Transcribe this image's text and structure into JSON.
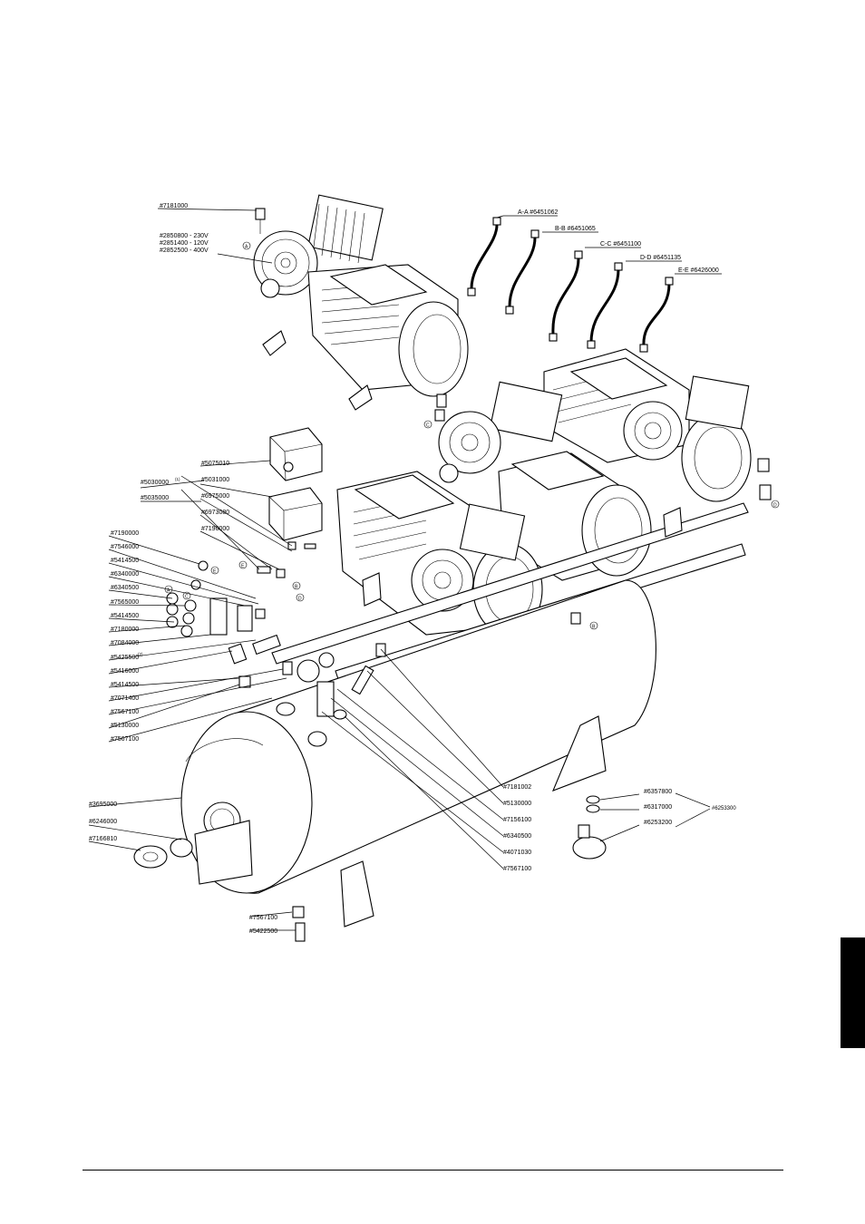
{
  "parts": {
    "p7181000": "#7181000",
    "p2850800": "#2850800  -  230V",
    "p2851400": "#2851400  -  120V",
    "p2852500": "#2852500  -  400V",
    "p5075010": "#5075010",
    "p5030000": "#5030000",
    "p5035000": "#5035000",
    "p5031000": "#5031000",
    "p6975000": "#6975000",
    "p6973080": "#6973080",
    "p7190000b": "#7190000",
    "p7190000": "#7190000",
    "p7546000": "#7546000",
    "p5414500a": "#5414500",
    "p6340000": "#6340000",
    "p6340500": "#6340500",
    "p7565000": "#7565000",
    "p5414500b": "#5414500",
    "p7180000": "#7180000",
    "p7084000": "#7084000",
    "p5425500": "#5425500",
    "p5416000": "#5416000",
    "p5414500c": "#5414500",
    "p7071400": "#7071400",
    "p7567100a": "#7567100",
    "p5130000a": "#5130000",
    "p7567100b": "#7567100",
    "p3695000": "#3695000",
    "p6246000": "#6246000",
    "p7166810": "#7166810",
    "p7181002": "#7181002",
    "p5130000b": "#5130000",
    "p7156100": "#7156100",
    "p6340500b": "#6340500",
    "p4071030": "#4071030",
    "p7567100c": "#7567100",
    "p6357800": "#6357800",
    "p6317000": "#6317000",
    "p6253300": "#6253300",
    "p6253200": "#6253200",
    "p7567100d": "#7567100",
    "p5422500": "#5422500"
  },
  "hoses": {
    "aa": "A-A  #6451062",
    "bb": "B-B  #6451065",
    "cc": "C-C  #6451100",
    "dd": "D-D  #6451135",
    "ee": "E-E  #6426000"
  },
  "markers": {
    "a1": "A",
    "a2": "A",
    "b1": "B",
    "b2": "B",
    "c1": "C",
    "c2": "C",
    "d1": "D",
    "d2": "D",
    "e1": "E",
    "e2": "E"
  },
  "superscripts": {
    "s5030000": "(1)",
    "s5425500": "(2)"
  }
}
